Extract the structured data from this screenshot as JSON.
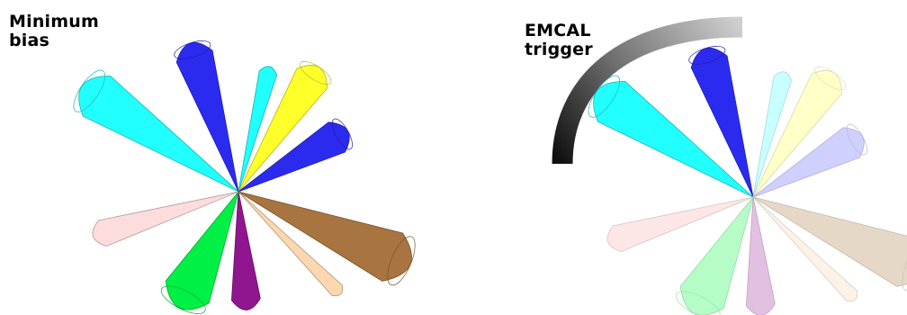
{
  "panels": [
    {
      "id": "minimum-bias",
      "label_line1": "Minimum",
      "label_line2": "bias",
      "has_trigger_arc": false,
      "jets": [
        {
          "name": "cyan-upper-left",
          "color": "#22ffff",
          "faded": false
        },
        {
          "name": "blue-upper",
          "color": "#2b2bf0",
          "faded": false
        },
        {
          "name": "cyan-top",
          "color": "#22ffff",
          "faded": false
        },
        {
          "name": "yellow-upper-right",
          "color": "#ffff2a",
          "faded": false
        },
        {
          "name": "blue-right",
          "color": "#2b2bf0",
          "faded": false
        },
        {
          "name": "brown-lower-right",
          "color": "#a87440",
          "faded": false
        },
        {
          "name": "peach-lower-right",
          "color": "#fcd7b0",
          "faded": false
        },
        {
          "name": "purple-bottom",
          "color": "#8f168f",
          "faded": false
        },
        {
          "name": "green-lower-left",
          "color": "#00f046",
          "faded": false
        },
        {
          "name": "pink-left",
          "color": "#fcdcdc",
          "faded": false
        }
      ]
    },
    {
      "id": "emcal-trigger",
      "label_line1": "EMCAL",
      "label_line2": "trigger",
      "has_trigger_arc": true,
      "jets": [
        {
          "name": "cyan-upper-left",
          "color": "#22ffff",
          "faded": false
        },
        {
          "name": "blue-upper",
          "color": "#2b2bf0",
          "faded": false
        },
        {
          "name": "cyan-top",
          "color": "#c8ffff",
          "faded": true
        },
        {
          "name": "yellow-upper-right",
          "color": "#ffffc8",
          "faded": true
        },
        {
          "name": "blue-right",
          "color": "#d0d0ff",
          "faded": true
        },
        {
          "name": "brown-lower-right",
          "color": "#e6d8c6",
          "faded": true
        },
        {
          "name": "peach-lower-right",
          "color": "#fdf2e6",
          "faded": true
        },
        {
          "name": "purple-bottom",
          "color": "#e2c0e2",
          "faded": true
        },
        {
          "name": "green-lower-left",
          "color": "#b6fcc6",
          "faded": true
        },
        {
          "name": "pink-left",
          "color": "#fce6e6",
          "faded": true
        }
      ]
    }
  ]
}
